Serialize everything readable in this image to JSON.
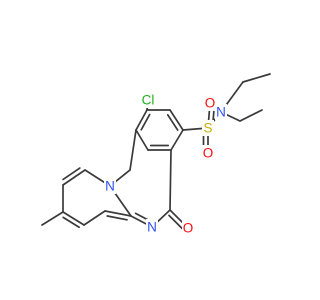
{
  "molecule": {
    "background": "#ffffff",
    "bond_color": "#3a3a3a",
    "atom_colors": {
      "Cl": "#1fb01f",
      "S": "#c8b000",
      "O": "#ff0d0d",
      "N": "#3050f8"
    },
    "atoms": [
      {
        "id": "Cl",
        "symbol": "Cl"
      },
      {
        "id": "S",
        "symbol": "S"
      },
      {
        "id": "O_s_top",
        "symbol": "O"
      },
      {
        "id": "O_s_bottom",
        "symbol": "O"
      },
      {
        "id": "N_amide",
        "symbol": "N"
      },
      {
        "id": "N_ring_bridge",
        "symbol": "N"
      },
      {
        "id": "N_ring_imine",
        "symbol": "N"
      },
      {
        "id": "O_carbonyl",
        "symbol": "O"
      }
    ]
  }
}
